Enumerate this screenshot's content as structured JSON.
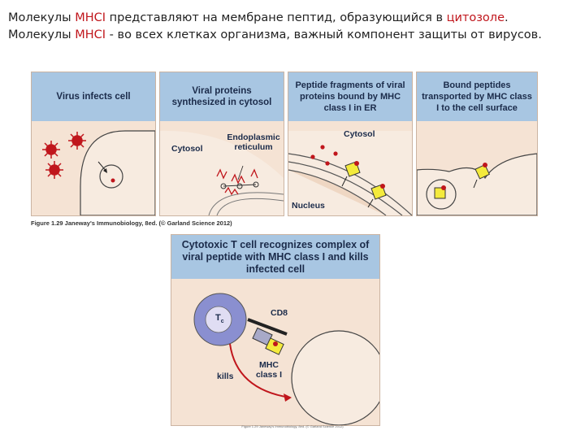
{
  "header": {
    "line1": [
      {
        "text": "Молекулы ",
        "red": false
      },
      {
        "text": "MHCI",
        "red": true
      },
      {
        "text": " представляют на мембране пептид, образующийся в ",
        "red": false
      },
      {
        "text": "цитозоле",
        "red": true
      },
      {
        "text": ".",
        "red": false
      }
    ],
    "line2": [
      {
        "text": "Молекулы ",
        "red": false
      },
      {
        "text": "MHCI",
        "red": true
      },
      {
        "text": "  - во всех клетках организма, важный компонент защиты от вирусов.",
        "red": false
      }
    ]
  },
  "panels": [
    {
      "caption": "Virus infects cell"
    },
    {
      "caption": "Viral proteins synthesized in cytosol",
      "cytosol": "Cytosol",
      "er": "Endoplasmic reticulum"
    },
    {
      "caption": "Peptide fragments of viral proteins bound by MHC class I in ER",
      "cytosol": "Cytosol",
      "nucleus": "Nucleus"
    },
    {
      "caption": "Bound peptides transported by MHC class I to the cell surface"
    }
  ],
  "figure_caption_top": "Figure 1.29 Janeway's Immunobiology, 8ed. (© Garland Science 2012)",
  "bottom": {
    "caption": "Cytotoxic T cell recognizes complex of viral peptide with MHC class I and kills infected cell",
    "tc_label": "T",
    "tc_sub": "c",
    "cd8": "CD8",
    "mhc": "MHC class I",
    "kills": "kills"
  },
  "figure_caption_bottom": "Figure 1.29 Janeway's Immunobiology, 8ed. (© Garland Science 2012)",
  "colors": {
    "caption_bg": "#a8c6e2",
    "panel_bg": "#f5e3d4",
    "virus": "#c0161c",
    "mhc_yellow": "#f4ea3c",
    "tcell": "#8a8fd0"
  }
}
